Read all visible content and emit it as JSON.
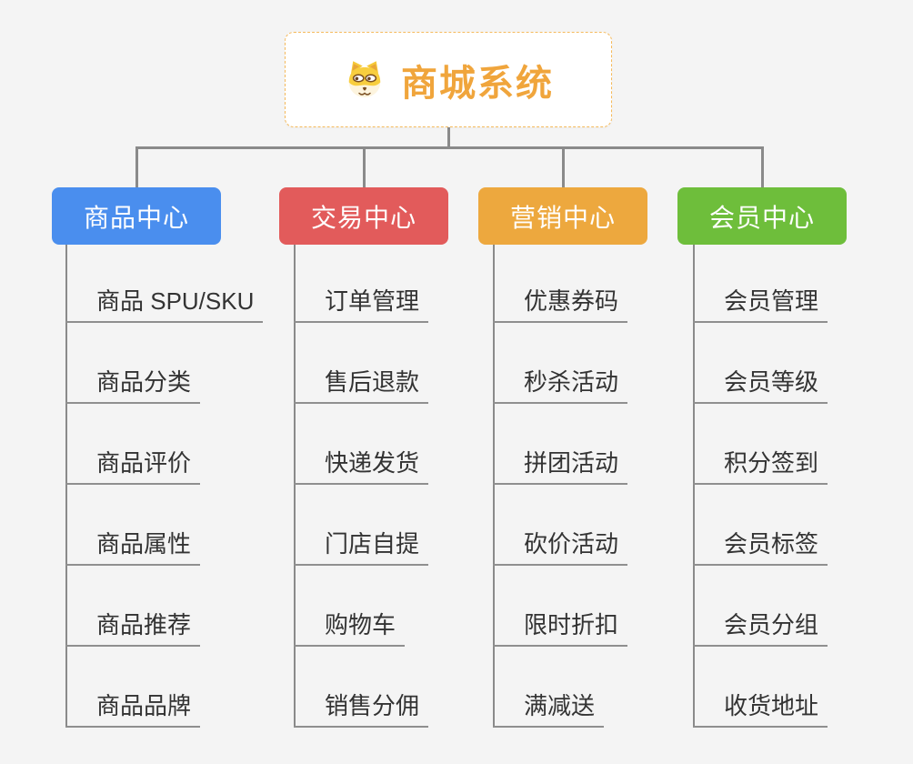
{
  "background_color": "#f4f4f4",
  "root": {
    "title": "商城系统",
    "icon": "dog-face-icon",
    "border_color": "#F5BA5C",
    "title_color": "#F0A53C"
  },
  "branches": [
    {
      "label": "商品中心",
      "color": "#4A8EEE",
      "items": [
        "商品 SPU/SKU",
        "商品分类",
        "商品评价",
        "商品属性",
        "商品推荐",
        "商品品牌"
      ]
    },
    {
      "label": "交易中心",
      "color": "#E25B5B",
      "items": [
        "订单管理",
        "售后退款",
        "快递发货",
        "门店自提",
        "购物车",
        "销售分佣"
      ]
    },
    {
      "label": "营销中心",
      "color": "#EDA83E",
      "items": [
        "优惠券码",
        "秒杀活动",
        "拼团活动",
        "砍价活动",
        "限时折扣",
        "满减送"
      ]
    },
    {
      "label": "会员中心",
      "color": "#6EBE3B",
      "items": [
        "会员管理",
        "会员等级",
        "积分签到",
        "会员标签",
        "会员分组",
        "收货地址"
      ]
    }
  ],
  "connector_color": "#8a8a8a",
  "item_text_color": "#333333"
}
